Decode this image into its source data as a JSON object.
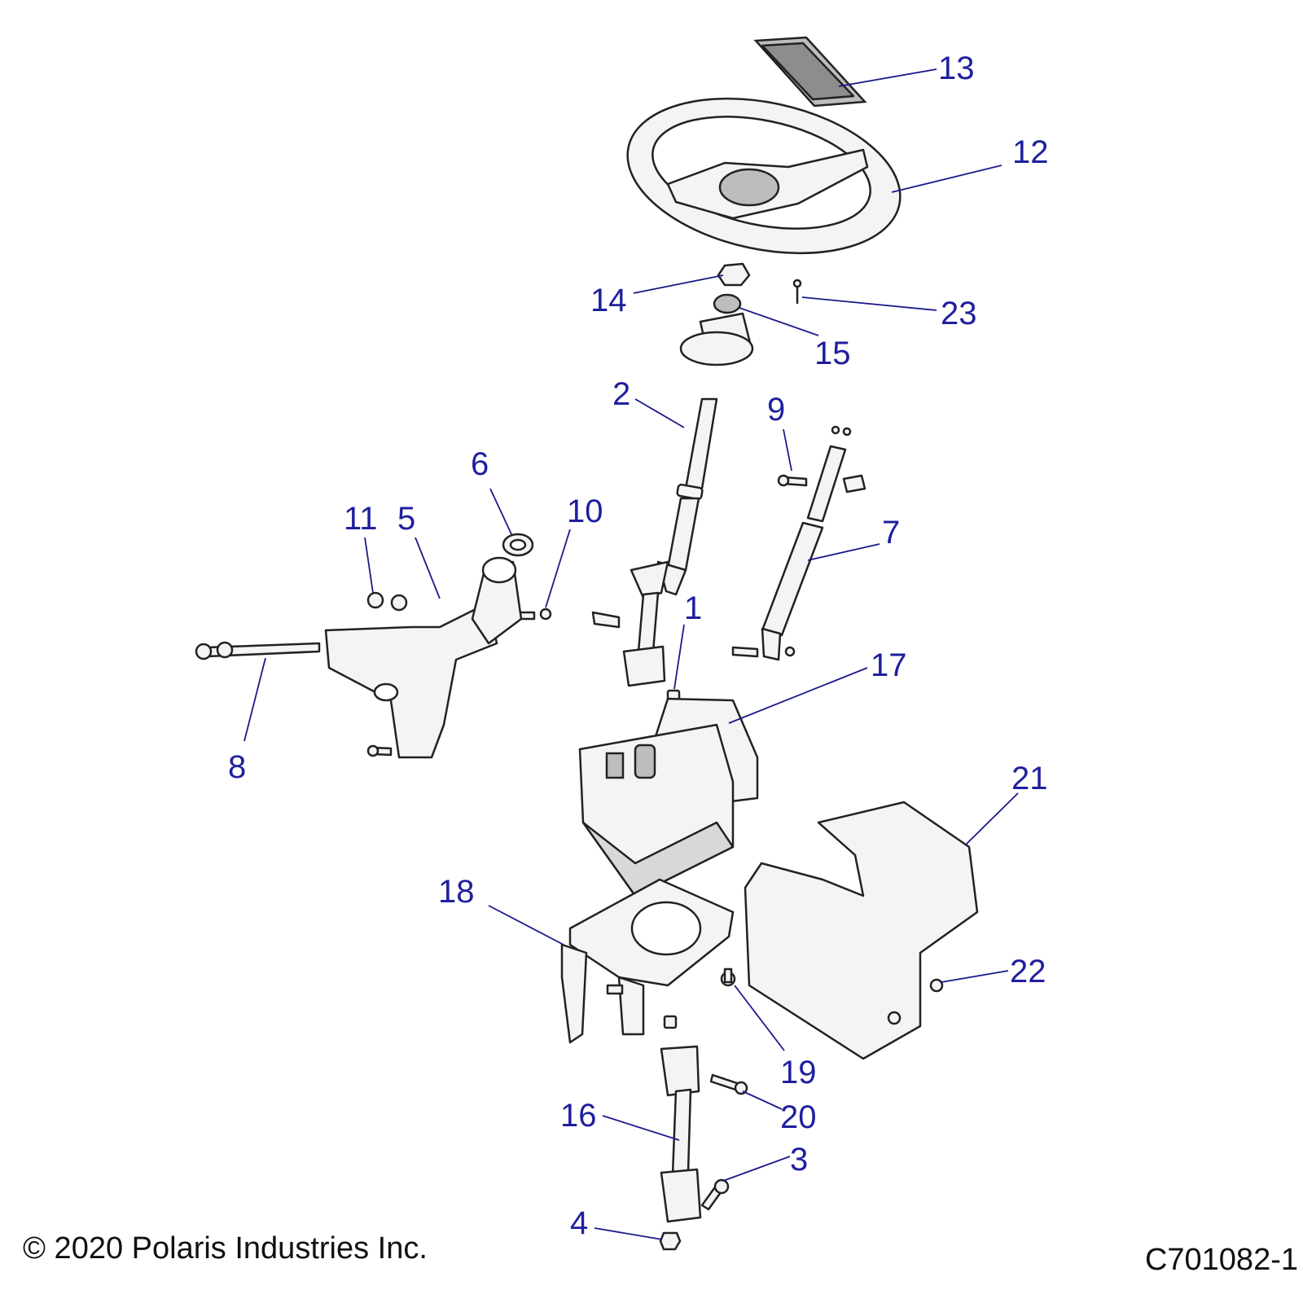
{
  "callouts": [
    {
      "id": "1",
      "label": "1"
    },
    {
      "id": "2",
      "label": "2"
    },
    {
      "id": "3",
      "label": "3"
    },
    {
      "id": "4",
      "label": "4"
    },
    {
      "id": "5",
      "label": "5"
    },
    {
      "id": "6",
      "label": "6"
    },
    {
      "id": "7",
      "label": "7"
    },
    {
      "id": "8",
      "label": "8"
    },
    {
      "id": "9",
      "label": "9"
    },
    {
      "id": "10",
      "label": "10"
    },
    {
      "id": "11",
      "label": "11"
    },
    {
      "id": "12",
      "label": "12"
    },
    {
      "id": "13",
      "label": "13"
    },
    {
      "id": "14",
      "label": "14"
    },
    {
      "id": "15",
      "label": "15"
    },
    {
      "id": "16",
      "label": "16"
    },
    {
      "id": "17",
      "label": "17"
    },
    {
      "id": "18",
      "label": "18"
    },
    {
      "id": "19",
      "label": "19"
    },
    {
      "id": "20",
      "label": "20"
    },
    {
      "id": "21",
      "label": "21"
    },
    {
      "id": "22",
      "label": "22"
    },
    {
      "id": "23",
      "label": "23"
    }
  ],
  "footer": {
    "copyright": "© 2020 Polaris Industries Inc.",
    "drawing_id": "C701082-1"
  },
  "colors": {
    "callout": "#1f1f9e",
    "line": "#1a1a8a",
    "part_stroke": "#222222"
  }
}
